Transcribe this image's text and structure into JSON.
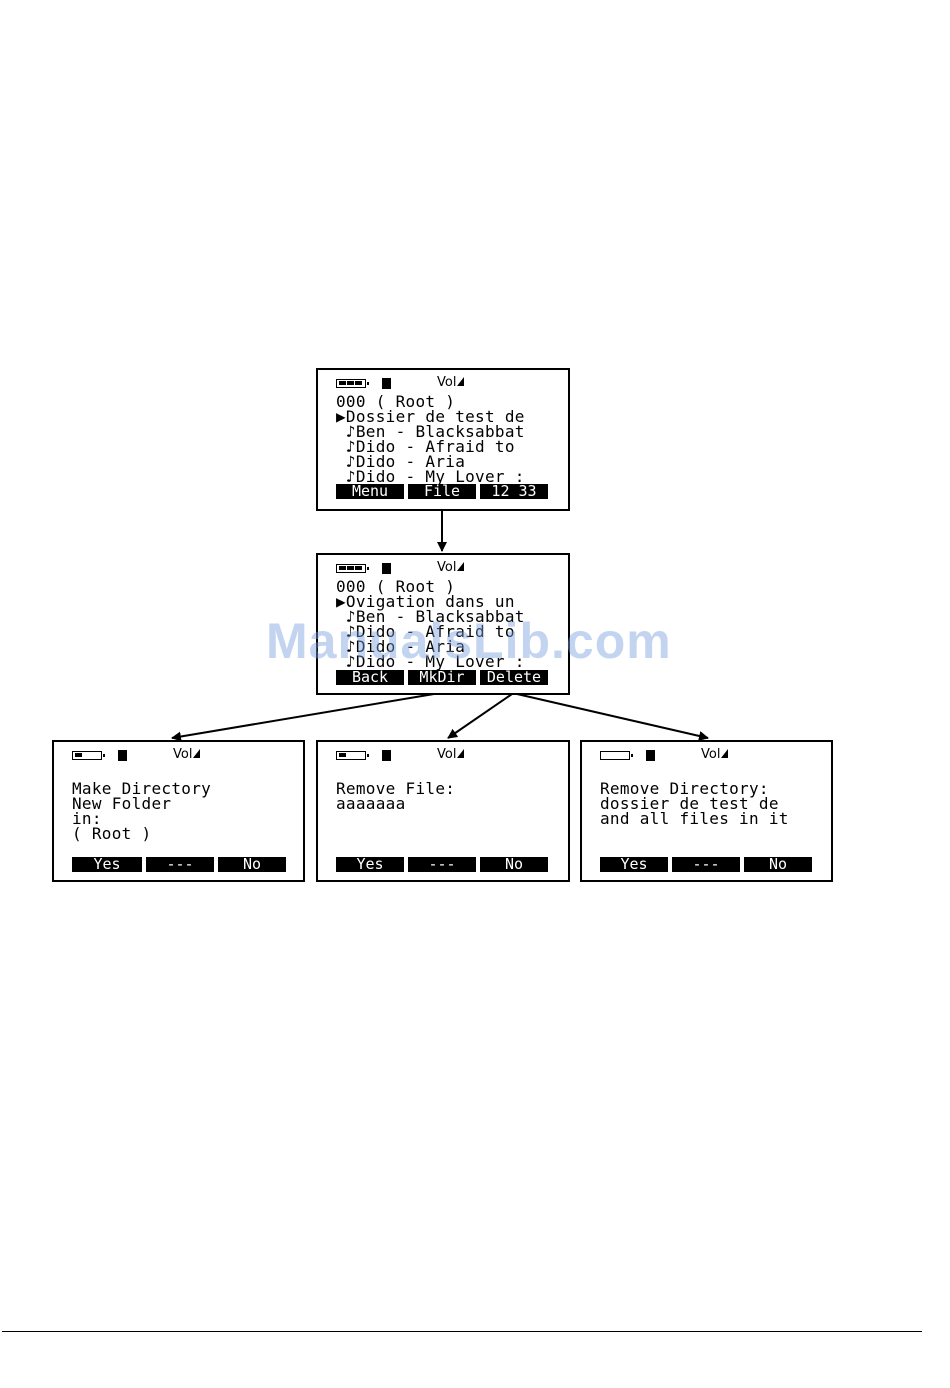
{
  "screens": {
    "root": {
      "status": {
        "vol": "Vol"
      },
      "lines": [
        "000 ( Root )",
        "▶Dossier de test de",
        " ♪Ben - Blacksabbat",
        " ♪Dido - Afraid to",
        " ♪Dido - Aria",
        " ♪Dido - My Lover :"
      ],
      "softkeys": [
        "Menu",
        "File",
        "12 33"
      ]
    },
    "file_menu": {
      "status": {
        "vol": "Vol"
      },
      "lines": [
        "000 ( Root )",
        "▶Ovigation dans un",
        " ♪Ben - Blacksabbat",
        " ♪Dido - Afraid to",
        " ♪Dido - Aria",
        " ♪Dido - My Lover :"
      ],
      "softkeys": [
        "Back",
        "MkDir",
        "Delete"
      ]
    },
    "make_directory": {
      "status": {
        "vol": "Vol"
      },
      "lines": [
        "Make Directory",
        "New Folder",
        "in:",
        "( Root )"
      ],
      "softkeys": [
        "Yes",
        "---",
        "No"
      ]
    },
    "remove_file": {
      "status": {
        "vol": "Vol"
      },
      "lines": [
        "Remove File:",
        "aaaaaaa"
      ],
      "softkeys": [
        "Yes",
        "---",
        "No"
      ]
    },
    "remove_directory": {
      "status": {
        "vol": "Vol"
      },
      "lines": [
        "Remove Directory:",
        "dossier de test de",
        "and all files in it"
      ],
      "softkeys": [
        "Yes",
        "---",
        "No"
      ]
    }
  },
  "watermark": "ManualsLib.com"
}
